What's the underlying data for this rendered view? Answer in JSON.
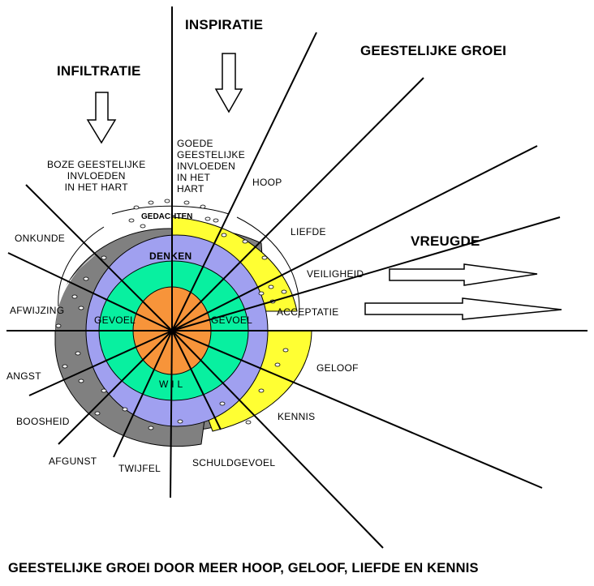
{
  "headings": {
    "inspiratie": "INSPIRATIE",
    "infiltratie": "INFILTRATIE",
    "geestelijke_groei": "GEESTELIJKE GROEI",
    "vreugde": "VREUGDE"
  },
  "footer": "GEESTELIJKE GROEI DOOR MEER HOOP, GELOOF, LIEFDE EN KENNIS",
  "inner": {
    "gedachten": "GEDACHTEN",
    "denken": "DENKEN",
    "gevoel_left": "GEVOEL",
    "gevoel_right": "GEVOEL",
    "wil": "W I L"
  },
  "notes": {
    "boze": "BOZE GEESTELIJKE\nINVLOEDEN\nIN HET HART",
    "goede": "GOEDE\nGEESTELIJKE\nINVLOEDEN\nIN HET\nHART"
  },
  "positive": {
    "hoop": "HOOP",
    "liefde": "LIEFDE",
    "veiligheid": "VEILIGHEID",
    "acceptatie": "ACCEPTATIE",
    "geloof": "GELOOF",
    "kennis": "KENNIS"
  },
  "negative": {
    "onkunde": "ONKUNDE",
    "afwijzing": "AFWIJZING",
    "angst": "ANGST",
    "boosheid": "BOOSHEID",
    "afgunst": "AFGUNST",
    "twijfel": "TWIJFEL",
    "schuldgevoel": "SCHULDGEVOEL"
  },
  "colors": {
    "core": "#f7943a",
    "green": "#08f0a0",
    "purple": "#a0a0f0",
    "yellow": "#ffff33",
    "gray": "#808080",
    "line": "#000000"
  }
}
